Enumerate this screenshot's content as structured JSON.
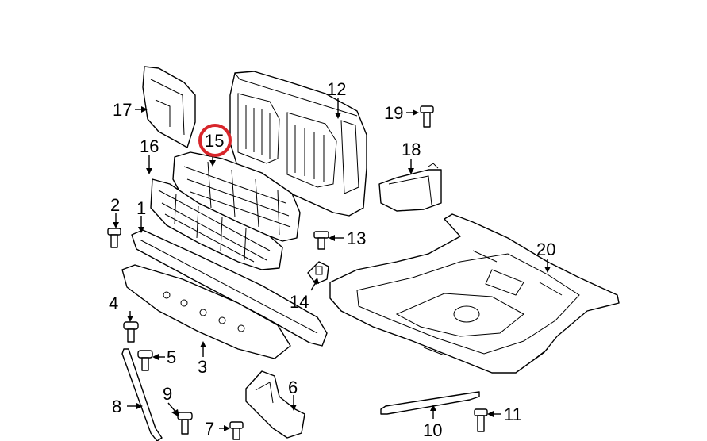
{
  "colors": {
    "line": "#000000",
    "background": "#ffffff",
    "highlight": "#d8262b"
  },
  "highlighted_callout": "15",
  "callouts": [
    {
      "id": "c1",
      "label": "1"
    },
    {
      "id": "c2",
      "label": "2"
    },
    {
      "id": "c3",
      "label": "3"
    },
    {
      "id": "c4",
      "label": "4"
    },
    {
      "id": "c5",
      "label": "5"
    },
    {
      "id": "c6",
      "label": "6"
    },
    {
      "id": "c7",
      "label": "7"
    },
    {
      "id": "c8",
      "label": "8"
    },
    {
      "id": "c9",
      "label": "9"
    },
    {
      "id": "c10",
      "label": "10"
    },
    {
      "id": "c11",
      "label": "11"
    },
    {
      "id": "c12",
      "label": "12"
    },
    {
      "id": "c13",
      "label": "13"
    },
    {
      "id": "c14",
      "label": "14"
    },
    {
      "id": "c15",
      "label": "15"
    },
    {
      "id": "c16",
      "label": "16"
    },
    {
      "id": "c17",
      "label": "17"
    },
    {
      "id": "c18",
      "label": "18"
    },
    {
      "id": "c19",
      "label": "19"
    },
    {
      "id": "c20",
      "label": "20"
    }
  ]
}
